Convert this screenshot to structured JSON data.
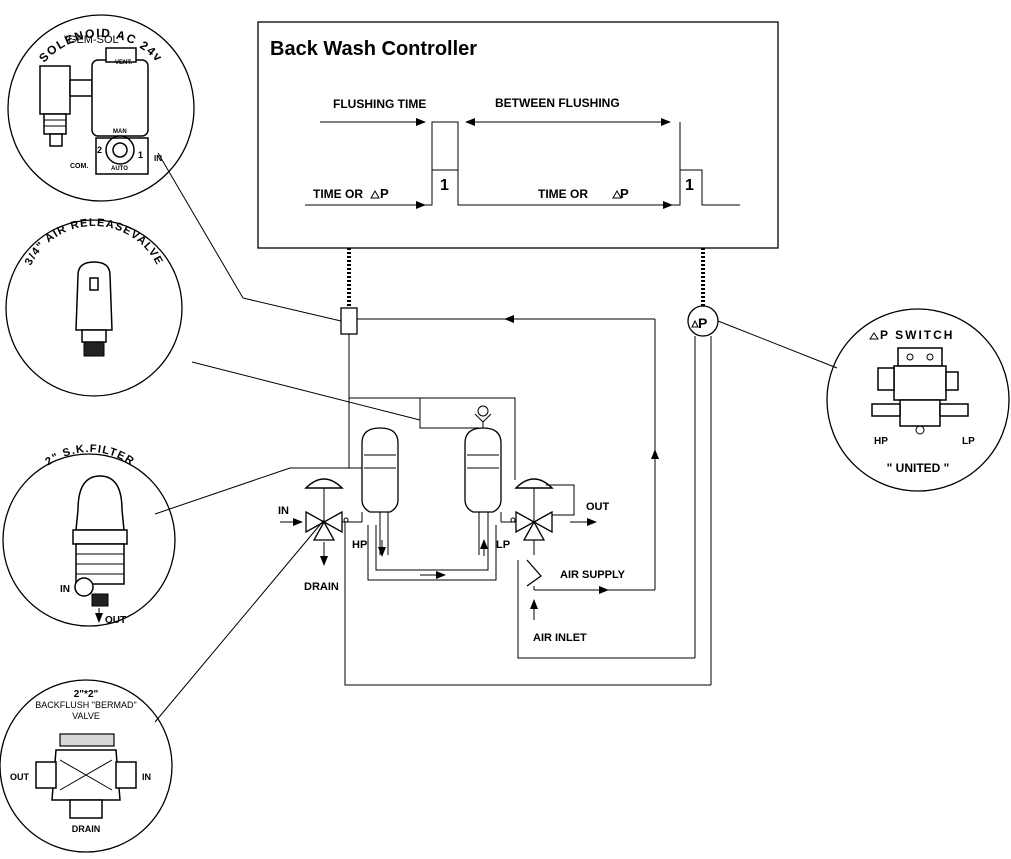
{
  "controller": {
    "title": "Back Wash Controller",
    "flushing_time": "FLUSHING TIME",
    "between_flushing": "BETWEEN FLUSHING",
    "time_or_left": "TIME OR",
    "dp_left": "P",
    "pulse_label_1": "1",
    "time_or_right": "TIME OR",
    "dp_right": "P",
    "pulse_label_2": "1"
  },
  "schematic": {
    "in_label": "IN",
    "drain_label": "DRAIN",
    "hp_label": "HP",
    "lp_label": "LP",
    "out_label": "OUT",
    "air_supply_label": "AIR SUPPLY",
    "air_inlet_label": "AIR INLET",
    "dp_label": "P"
  },
  "callouts": {
    "solenoid": {
      "title": "SOLENOID  AC 24v",
      "subtitle": "\"GEM-SOL\"",
      "vent": "VENT.",
      "man": "MAN",
      "auto": "AUTO",
      "port_2": "2",
      "port_1": "1",
      "com": "COM.",
      "in": "IN"
    },
    "air_release": {
      "title": "3/4\" AIR RELEASEVALVE"
    },
    "filter": {
      "title": "2\" S.K.FILTER",
      "in": "IN",
      "out": "OUT"
    },
    "bermad": {
      "line1": "2\"*2\"",
      "line2": "BACKFLUSH \"BERMAD\"",
      "line3": "VALVE",
      "out": "OUT",
      "in": "IN",
      "drain": "DRAIN"
    },
    "dp_switch": {
      "title": "P  SWITCH",
      "hp": "HP",
      "lp": "LP",
      "brand": "\" UNITED \""
    }
  }
}
